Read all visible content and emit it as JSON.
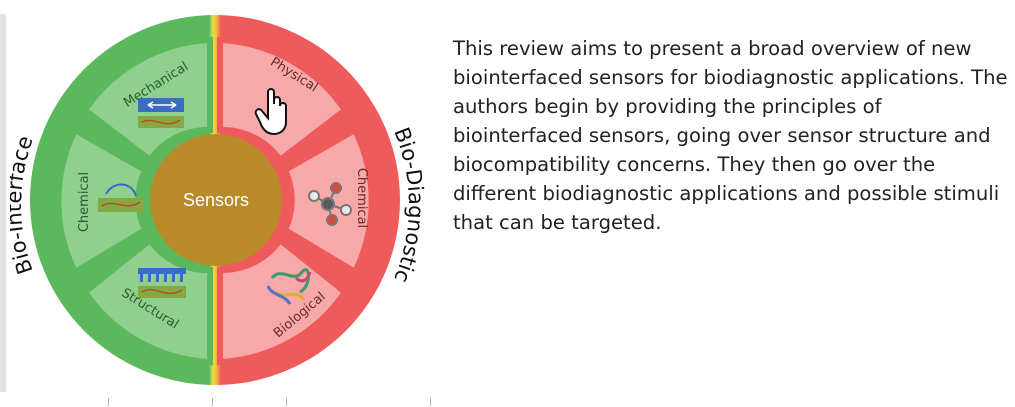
{
  "diagram": {
    "center_label": "Sensors",
    "left_arc_title": "Bio-Interface",
    "right_arc_title": "Bio-Diagnostic",
    "left_segments": [
      "Mechanical",
      "Chemical",
      "Structural"
    ],
    "right_segments": [
      "Physical",
      "Chemical",
      "Biological"
    ],
    "colors": {
      "green_ring": "#5cb85c",
      "green_panel": "#8fd08f",
      "red_ring": "#ef5b5b",
      "red_panel": "#f7a9a9",
      "center": "#b88a2a"
    },
    "icons": [
      "arrows-icon",
      "transfer-arrows-icon",
      "comb-icon",
      "pointer-hand-icon",
      "molecule-icon",
      "protein-icon"
    ]
  },
  "description": "This review aims to present a broad overview of new biointerfaced sensors for biodiagnostic applications. The authors begin by providing the principles of biointerfaced sensors, going over sensor structure and biocompatibility concerns. They then go over the different biodiagnostic applications and possible stimuli that can be targeted."
}
